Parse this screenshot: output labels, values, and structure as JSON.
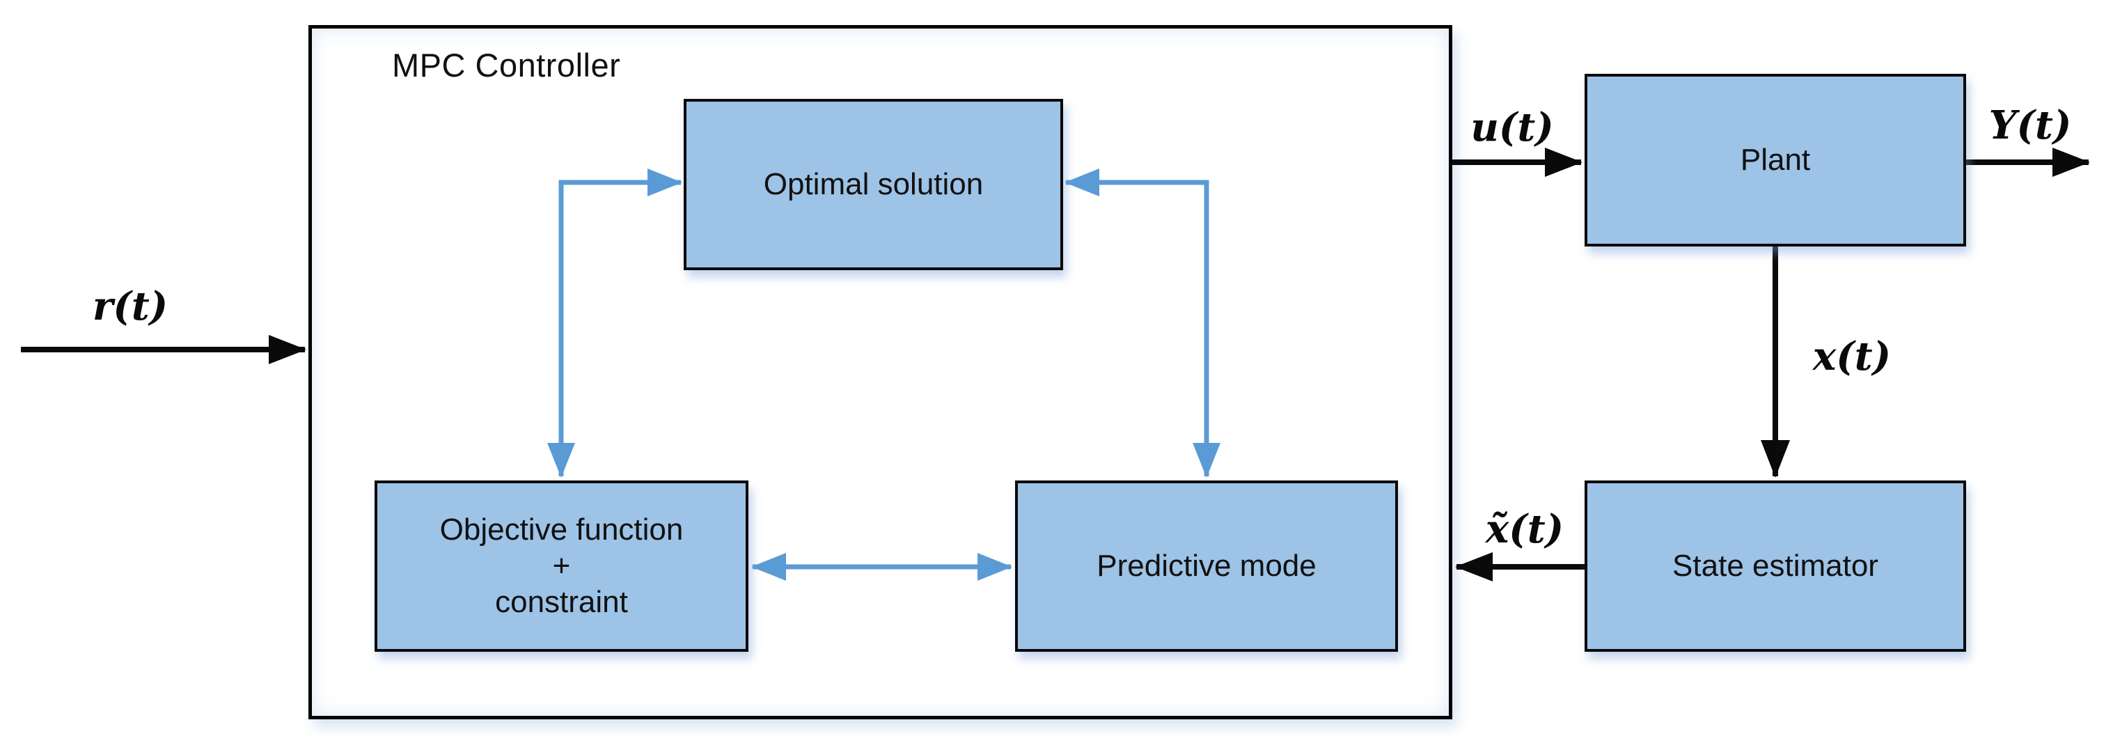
{
  "diagram": {
    "title": "MPC Controller",
    "nodes": {
      "optimal_solution": {
        "label": "Optimal solution"
      },
      "objective_function": {
        "line1": "Objective function",
        "line2": "+",
        "line3": "constraint"
      },
      "predictive_mode": {
        "label": "Predictive mode"
      },
      "plant": {
        "label": "Plant"
      },
      "state_estimator": {
        "label": "State estimator"
      }
    },
    "signals": {
      "reference": "r(t)",
      "control_input": "u(t)",
      "output": "Y(t)",
      "state": "x(t)",
      "estimated_state": "x̃(t)"
    },
    "colors": {
      "node_fill": "#9dc3e6",
      "node_border": "#000000",
      "connector_blue": "#5b9bd5",
      "arrow_black": "#000000",
      "background": "#ffffff"
    }
  }
}
